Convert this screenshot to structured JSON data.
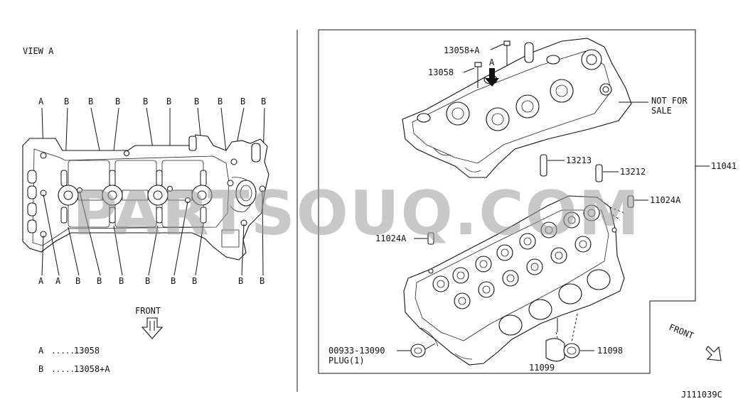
{
  "view_title": "VIEW A",
  "top_labels": [
    "A",
    "B",
    "B",
    "B",
    "B",
    "B",
    "B",
    "B",
    "B",
    "B"
  ],
  "bottom_labels": [
    "A",
    "A",
    "B",
    "B",
    "B",
    "B",
    "B",
    "B",
    "B",
    "B"
  ],
  "front_label_left": "FRONT",
  "legend": [
    {
      "key": "A",
      "dots": ".......",
      "part": "13058"
    },
    {
      "key": "B",
      "dots": ".......",
      "part": "13058+A"
    }
  ],
  "callouts": {
    "bolt_a": "13058+A",
    "arrow_a": "A",
    "bolt": "13058",
    "not_for_sale_1": "NOT FOR",
    "not_for_sale_2": "SALE",
    "dowel_1": "13213",
    "dowel_2": "13212",
    "assy": "11041",
    "pin_right": "11024A",
    "pin_left": "11024A",
    "plug_part": "00933-13090",
    "plug_qty": "PLUG(1)",
    "seal_1": "11099",
    "seal_2": "11098"
  },
  "front_label_right": "FRONT",
  "diagram_code": "J111039C",
  "watermark": "PARTSOUQ.COM"
}
